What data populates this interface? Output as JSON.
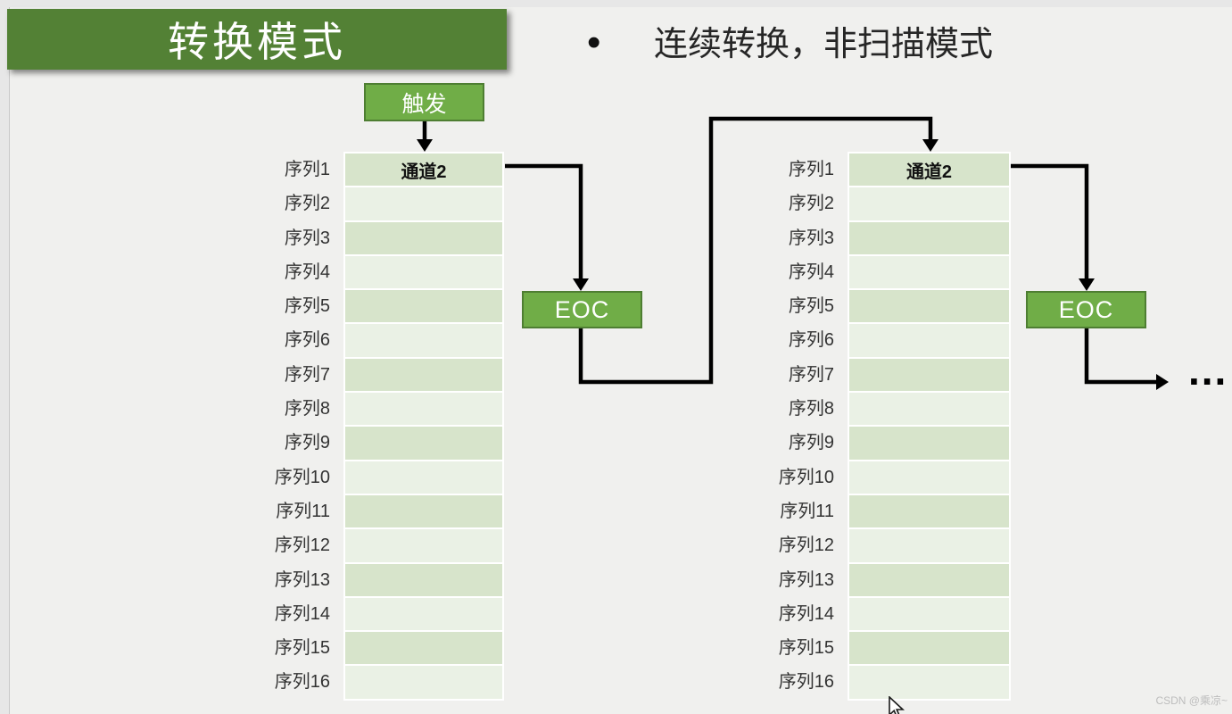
{
  "page": {
    "title": "转换模式",
    "bullet_char": "•",
    "bullet": "连续转换，非扫描模式"
  },
  "diagram": {
    "trigger_label": "触发",
    "channel_label": "通道2",
    "eoc_label": "EOC",
    "ellipsis": "...",
    "sequence_labels": [
      "序列1",
      "序列2",
      "序列3",
      "序列4",
      "序列5",
      "序列6",
      "序列7",
      "序列8",
      "序列9",
      "序列10",
      "序列11",
      "序列12",
      "序列13",
      "序列14",
      "序列15",
      "序列16"
    ]
  },
  "watermark": {
    "text": "CSDN @乘凉~"
  },
  "colors": {
    "banner-green": "#538135",
    "box-green": "#70ad47",
    "box-border": "#4e7e32",
    "row-odd": "#d7e4cb",
    "row-even": "#eaf1e5",
    "slide-bg": "#f0f0ee",
    "frame-bg": "#e7e7e7",
    "arrow-black": "#000000",
    "text-dark": "#262626",
    "watermark-gray": "#bdbdbd"
  }
}
